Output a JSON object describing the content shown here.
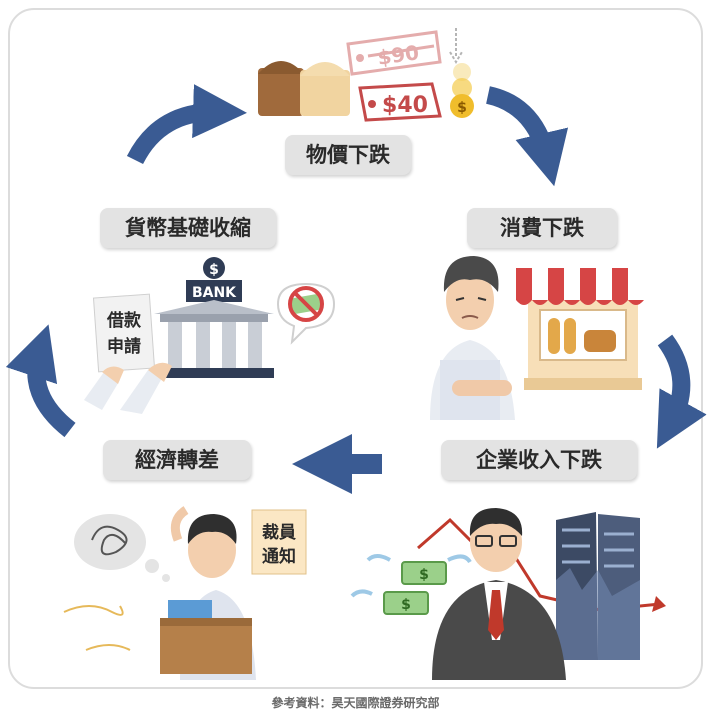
{
  "cycle": {
    "prices_fall": "物價下跌",
    "consumption_falls": "消費下跌",
    "income_falls": "企業收入下跌",
    "economy_worsens": "經濟轉差",
    "money_contracts": "貨幣基礎收縮"
  },
  "price_tags": {
    "old_price": "$90",
    "new_price": "$40",
    "coin_symbol": "$"
  },
  "bank": {
    "sign": "BANK",
    "coin_symbol": "$"
  },
  "loan_form": {
    "line1": "借款",
    "line2": "申請"
  },
  "layoff_notice": {
    "line1": "裁員",
    "line2": "通知"
  },
  "banknote_symbol": "$",
  "source": "參考資料：昊天國際證券研究部",
  "colors": {
    "arrow": "#3a5b93",
    "label_bg": "#e3e3e3",
    "price_tag": "#c44a4a"
  }
}
